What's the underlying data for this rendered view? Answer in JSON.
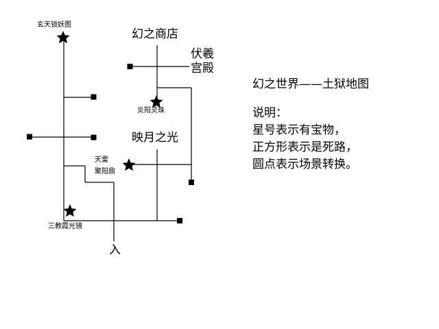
{
  "map": {
    "labels": {
      "xuantian": "玄天锁妖图",
      "shop": "幻之商店",
      "fuxi": "伏羲\n宫殿",
      "yanyang": "炎阳灵珠",
      "yingyue": "映月之光",
      "tianlei": "天雷\n聚阳鼎",
      "sanjiao": "三教霞光镜",
      "entrance": "入"
    },
    "symbols": {
      "treasure": "star-icon",
      "dead_end": "square-icon",
      "scene_change": "dot-icon"
    },
    "colors": {
      "line": "#000000",
      "background": "#ffffff"
    }
  },
  "legend": {
    "title": "幻之世界——土狱地图",
    "heading": "说明：",
    "lines": [
      "星号表示有宝物，",
      "正方形表示是死路，",
      "圆点表示场景转换。"
    ]
  }
}
